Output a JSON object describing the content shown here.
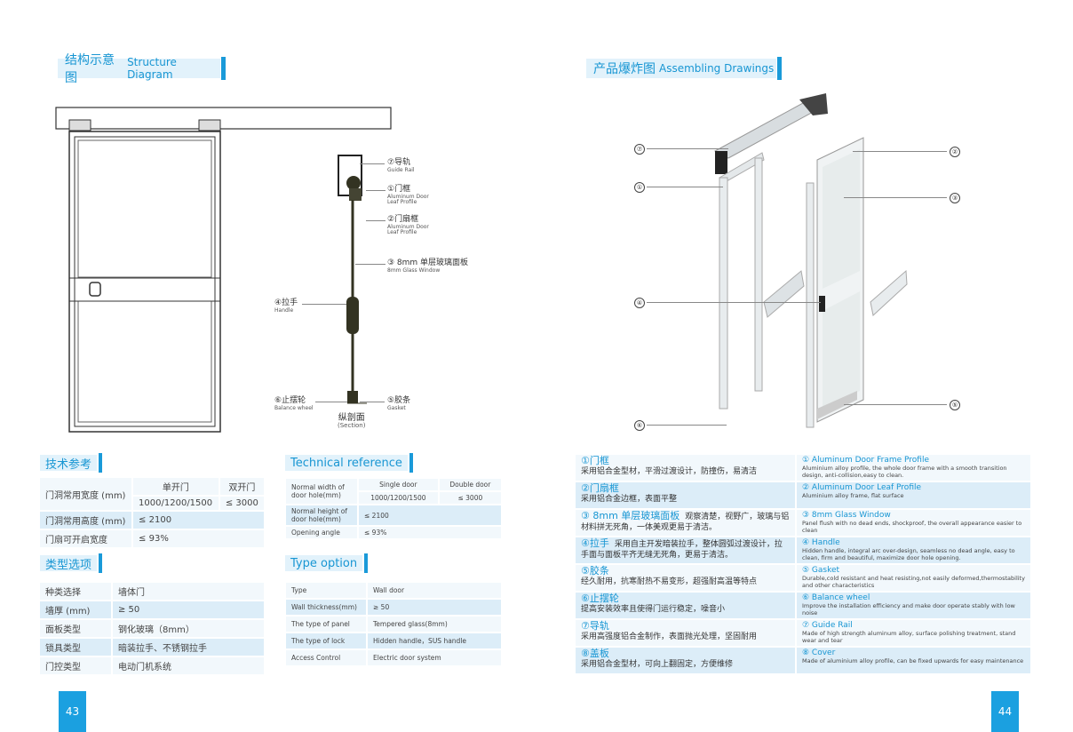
{
  "left": {
    "title_cn": "结构示意图",
    "title_en": "Structure Diagram",
    "section": {
      "labels": [
        {
          "cn": "⑦导轨",
          "en": "Guide Rail"
        },
        {
          "cn": "①门框",
          "en": "Aluminum Door Leaf Profile"
        },
        {
          "cn": "②门扇框",
          "en": "Aluminum Door Leaf Profile"
        },
        {
          "cn": "③ 8mm 单层玻璃面板",
          "en": "8mm Glass Window"
        },
        {
          "cn": "④拉手",
          "en": "Handle"
        },
        {
          "cn": "⑥止摆轮",
          "en": "Balance wheel"
        },
        {
          "cn": "⑤胶条",
          "en": "Gasket"
        }
      ],
      "caption_cn": "纵剖面",
      "caption_en": "(Section)"
    },
    "tech_cn": {
      "title": "技术参考",
      "col1": "单开门",
      "col2": "双开门",
      "rows": [
        {
          "k": "门洞常用宽度 (mm)",
          "v1": "1000/1200/1500",
          "v2": "≤ 3000"
        },
        {
          "k": "门洞常用高度 (mm)",
          "v": "≤ 2100"
        },
        {
          "k": "门扇可开启宽度",
          "v": "≤ 93%"
        }
      ]
    },
    "tech_en": {
      "title": "Technical reference",
      "col1": "Single door",
      "col2": "Double door",
      "rows": [
        {
          "k": "Normal width of door hole(mm)",
          "v1": "1000/1200/1500",
          "v2": "≤ 3000"
        },
        {
          "k": "Normal height of door hole(mm)",
          "v": "≤ 2100"
        },
        {
          "k": "Opening angle",
          "v": "≤ 93%"
        }
      ]
    },
    "type_cn": {
      "title": "类型选项",
      "rows": [
        {
          "k": "种类选择",
          "v": "墙体门"
        },
        {
          "k": "墙厚 (mm)",
          "v": "≥ 50"
        },
        {
          "k": "面板类型",
          "v": "钢化玻璃（8mm）"
        },
        {
          "k": "锁具类型",
          "v": "暗装拉手、不锈钢拉手"
        },
        {
          "k": "门控类型",
          "v": "电动门机系统"
        }
      ]
    },
    "type_en": {
      "title": "Type option",
      "rows": [
        {
          "k": "Type",
          "v": "Wall door"
        },
        {
          "k": "Wall thickness(mm)",
          "v": "≥ 50"
        },
        {
          "k": "The type of panel",
          "v": "Tempered glass(8mm)"
        },
        {
          "k": "The type of lock",
          "v": "Hidden handle，SUS handle"
        },
        {
          "k": "Access Control",
          "v": "Electric door system"
        }
      ]
    },
    "page": "43"
  },
  "right": {
    "title_cn": "产品爆炸图",
    "title_en": "Assembling Drawings",
    "callouts": [
      "⑦",
      "①",
      "④",
      "⑥",
      "②",
      "③",
      "⑤"
    ],
    "features": [
      {
        "cn_h": "①门框",
        "cn_d": "采用铝合金型材，平滑过渡设计，防撞伤，易清洁",
        "en_h": "① Aluminum Door Frame Profile",
        "en_d": "Aluminium alloy profile, the whole door frame with a smooth transition design, anti-collision,easy to clean."
      },
      {
        "cn_h": "②门扇框",
        "cn_d": "采用铝合金边框，表面平整",
        "en_h": "② Aluminum Door Leaf Profile",
        "en_d": "Aluminium alloy frame, flat surface"
      },
      {
        "cn_h": "③ 8mm 单层玻璃面板",
        "cn_d": "观察清楚，视野广，玻璃与铝材料拼无死角，一体美观更易于清洁。",
        "en_h": "③ 8mm Glass Window",
        "en_d": "Panel flush with no dead ends, shockproof, the overall appearance easier to clean"
      },
      {
        "cn_h": "④拉手",
        "cn_d": "采用自主开发暗装拉手，整体圆弧过渡设计，拉手面与面板平齐无缝无死角，更易于清洁。",
        "en_h": "④ Handle",
        "en_d": "Hidden handle, integral arc over-design, seamless no dead angle, easy to clean, firm and  beautiful, maximize door hole opening."
      },
      {
        "cn_h": "⑤胶条",
        "cn_d": "经久耐用，抗寒耐热不易变形，超强耐高温等特点",
        "en_h": "⑤ Gasket",
        "en_d": "Durable,cold resistant and heat resisting,not easily deformed,thermostability and other characteristics"
      },
      {
        "cn_h": "⑥止摆轮",
        "cn_d": "提高安装效率且使得门运行稳定，噪音小",
        "en_h": "⑥ Balance wheel",
        "en_d": "Improve the installation efficiency and make door operate stably with low noise"
      },
      {
        "cn_h": "⑦导轨",
        "cn_d": "采用高强度铝合金制作，表面抛光处理，坚固耐用",
        "en_h": "⑦ Guide Rail",
        "en_d": "Made of high strength aluminum alloy, surface polishing treatment, stand wear and tear"
      },
      {
        "cn_h": "⑧盖板",
        "cn_d": "采用铝合金型材，可向上翻固定，方便维修",
        "en_h": "⑧ Cover",
        "en_d": "Made of aluminium alloy profile, can be fixed upwards for easy maintenance"
      }
    ],
    "page": "44"
  },
  "colors": {
    "accent": "#1a9ad9",
    "row_light": "#f2f8fc",
    "row_dark": "#dcedf8"
  }
}
